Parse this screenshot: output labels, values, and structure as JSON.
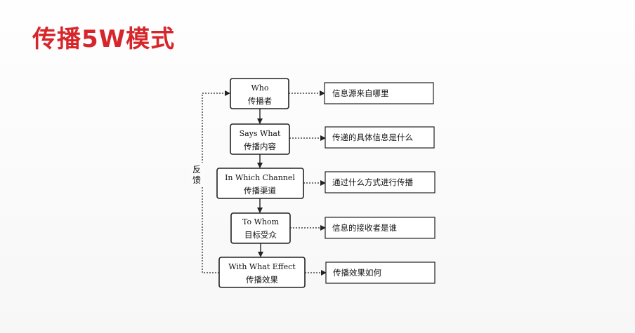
{
  "page": {
    "title": "传播5W模式"
  },
  "diagram": {
    "feedback_label": "反馈",
    "steps": [
      {
        "en": "Who",
        "cn": "传播者",
        "desc": "信息源来自哪里"
      },
      {
        "en": "Says What",
        "cn": "传播内容",
        "desc": "传递的具体信息是什么"
      },
      {
        "en": "In Which Channel",
        "cn": "传播渠道",
        "desc": "通过什么方式进行传播"
      },
      {
        "en": "To Whom",
        "cn": "目标受众",
        "desc": "信息的接收者是谁"
      },
      {
        "en": "With What Effect",
        "cn": "传播效果",
        "desc": "传播效果如何"
      }
    ],
    "colors": {
      "title": "#d6262b",
      "stroke": "#222222"
    }
  }
}
